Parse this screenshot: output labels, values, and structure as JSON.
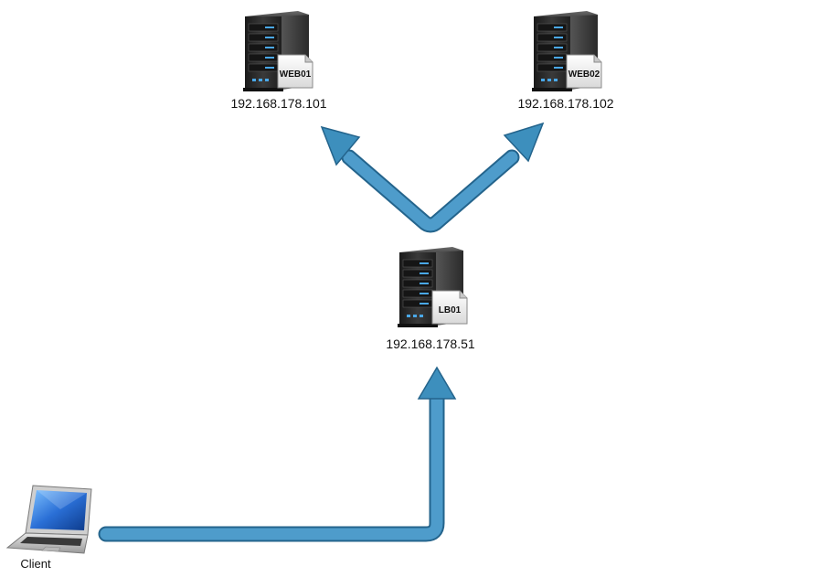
{
  "nodes": {
    "web01": {
      "tag": "WEB01",
      "ip": "192.168.178.101"
    },
    "web02": {
      "tag": "WEB02",
      "ip": "192.168.178.102"
    },
    "lb01": {
      "tag": "LB01",
      "ip": "192.168.178.51"
    },
    "client": {
      "label": "Client"
    }
  },
  "colors": {
    "arrow": "#3d8fbd",
    "arrow_dark": "#24648c",
    "server_body": "#2b2b2b",
    "server_light": "#4aa8e8",
    "tag_fill": "#f2f2f2"
  }
}
